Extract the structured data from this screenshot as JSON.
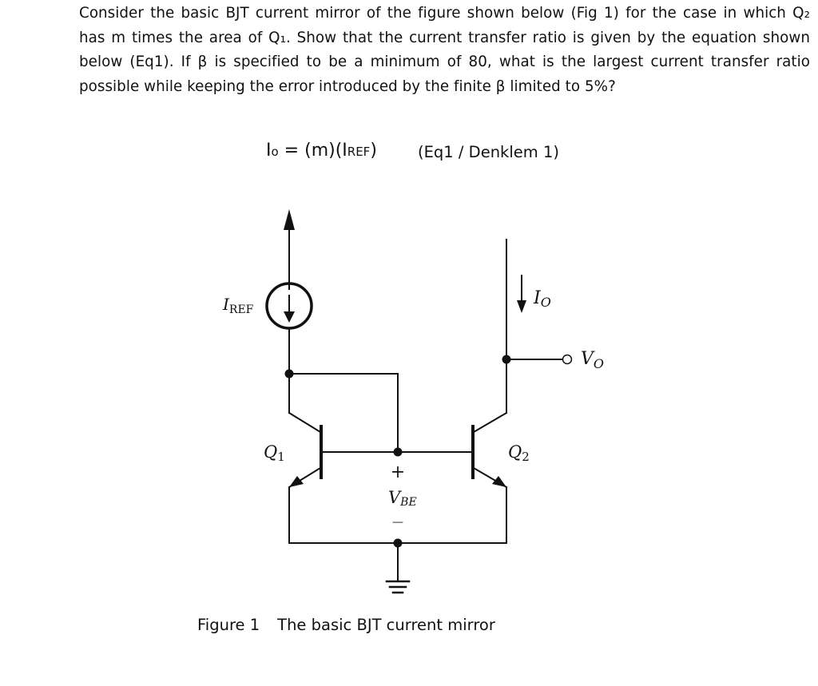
{
  "problem": {
    "lines": [
      "Consider the basic BJT current mirror of the figure shown below (Fig 1) for the case in which Q₂",
      "has m times the area of Q₁. Show that the current transfer ratio is given by the equation shown",
      "below (Eq1). If β is specified to be a minimum of 80, what is the largest current transfer ratio",
      "possible while keeping the error introduced by the finite β limited to 5%?"
    ]
  },
  "equation": {
    "lhs": "I",
    "lhs_sub": "o",
    "rhs_start": " = (m)(I",
    "rhs_sub": "REF",
    "rhs_end": ")",
    "label": "(Eq1 / Denklem 1)"
  },
  "figure": {
    "labels": {
      "iref_main": "I",
      "iref_sub": "REF",
      "io_main": "I",
      "io_sub": "O",
      "vo_main": "V",
      "vo_sub": "O",
      "q1_main": "Q",
      "q1_sub": "1",
      "q2_main": "Q",
      "q2_sub": "2",
      "vbe_plus": "+",
      "vbe_main": "V",
      "vbe_sub": "BE",
      "vbe_minus": "—"
    },
    "caption_number": "Figure 1",
    "caption_text": "The basic BJT current mirror"
  }
}
